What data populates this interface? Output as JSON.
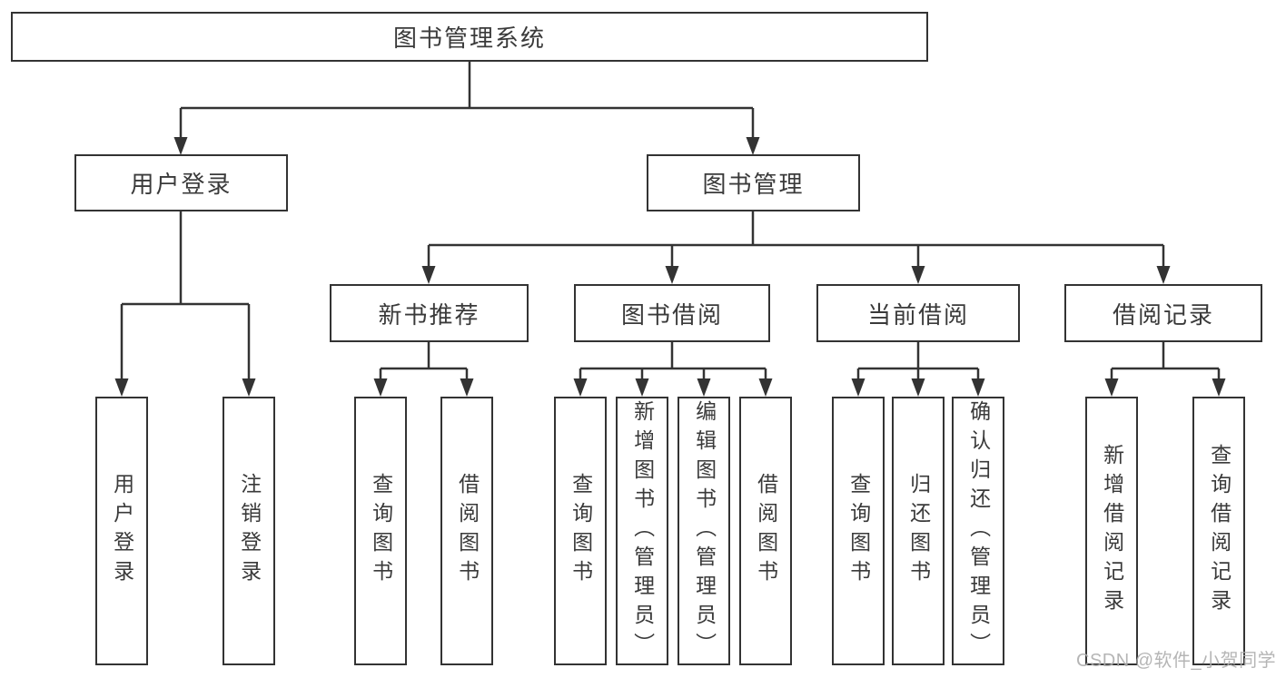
{
  "diagram": {
    "root": {
      "label": "图书管理系统"
    },
    "branches": [
      {
        "label": "用户登录",
        "children": [
          {
            "label": "用户登录"
          },
          {
            "label": "注销登录"
          }
        ]
      },
      {
        "label": "图书管理",
        "groups": [
          {
            "label": "新书推荐",
            "children": [
              {
                "label": "查询图书"
              },
              {
                "label": "借阅图书"
              }
            ]
          },
          {
            "label": "图书借阅",
            "children": [
              {
                "label": "查询图书"
              },
              {
                "label": "新增图书（管理员）"
              },
              {
                "label": "编辑图书（管理员）"
              },
              {
                "label": "借阅图书"
              }
            ]
          },
          {
            "label": "当前借阅",
            "children": [
              {
                "label": "查询图书"
              },
              {
                "label": "归还图书"
              },
              {
                "label": "确认归还（管理员）"
              }
            ]
          },
          {
            "label": "借阅记录",
            "children": [
              {
                "label": "新增借阅记录"
              },
              {
                "label": "查询借阅记录"
              }
            ]
          }
        ]
      }
    ]
  },
  "watermark": "CSDN @软件_小贺同学",
  "colors": {
    "line": "#333333",
    "text": "#3a3a3a",
    "watermark": "#aeaeae",
    "background": "#ffffff"
  }
}
